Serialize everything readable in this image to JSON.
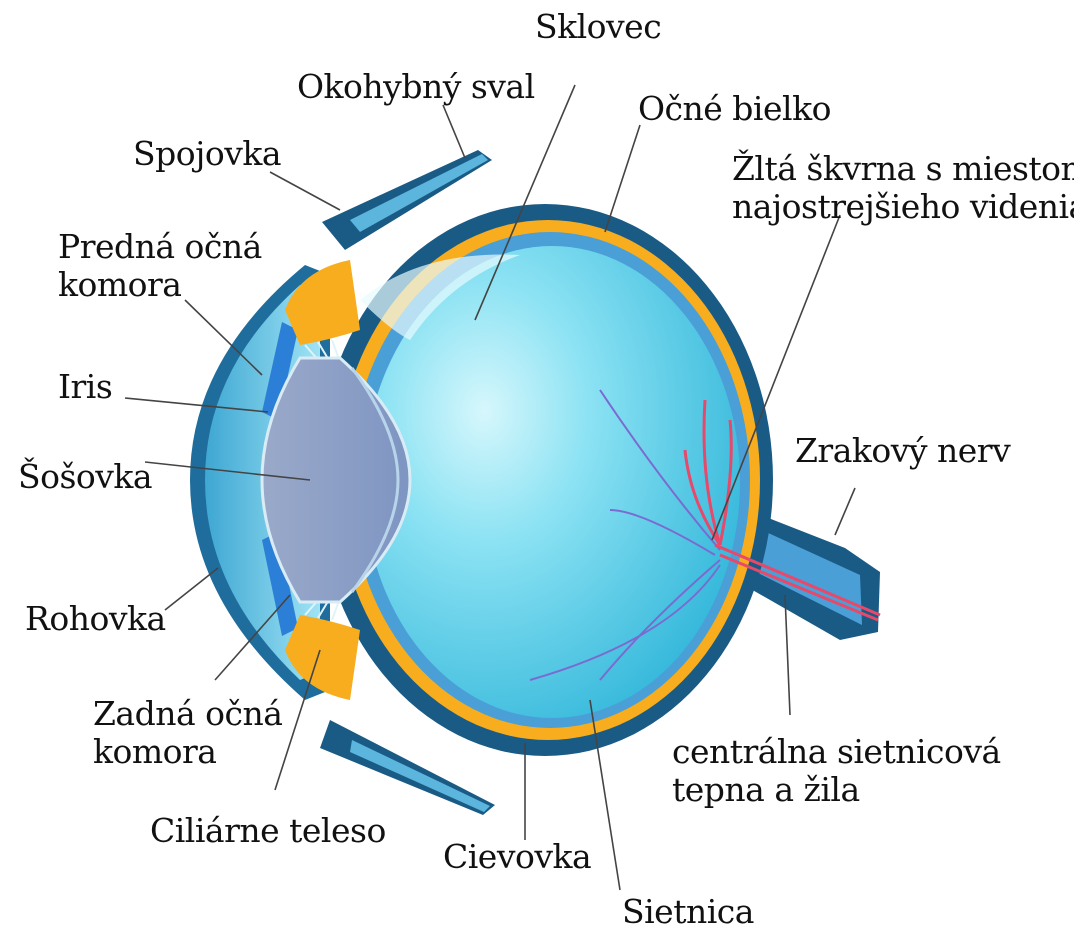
{
  "labels": {
    "sklovec": "Sklovec",
    "okohybny_sval": "Okohybný sval",
    "ocne_bielko": "Očné bielko",
    "spojovka": "Spojovka",
    "zlta_skvrna": [
      "Žltá škvrna s miestom",
      "najostrejšieho videnia"
    ],
    "predna_ocna_komora": [
      "Predná očná",
      "komora"
    ],
    "iris": "Iris",
    "sosovka": "Šošovka",
    "zrakovy_nerv": "Zrakový nerv",
    "rohovka": "Rohovka",
    "zadna_ocna_komora": [
      "Zadná očná",
      "komora"
    ],
    "cilliarne_teleso": "Ciliárne teleso",
    "centralna_tepna": [
      "centrálna sietnicová",
      "tepna a žila"
    ],
    "cievovka": "Cievovka",
    "sietnica": "Sietnica"
  },
  "colors": {
    "sclera": "#1a5b86",
    "choroid": "#f7ad1e",
    "retina": "#4a9fd6",
    "vitreous": "#5fd2ec",
    "lens": "#8b9ec4",
    "cornea": "#6cc7e6",
    "vessels": "#e8486a",
    "leader": "#444444"
  }
}
